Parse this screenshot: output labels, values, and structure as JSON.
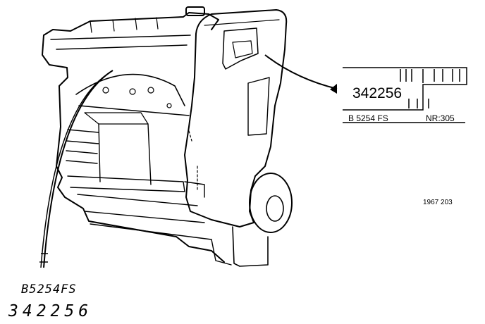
{
  "label_plate": {
    "serial_number": "342256",
    "engine_code": "B 5254 FS",
    "nr_text": "NR:305"
  },
  "stamped_marking": {
    "engine_code": "B5254FS",
    "serial_number": "342256"
  },
  "figure_reference": "1967 203"
}
